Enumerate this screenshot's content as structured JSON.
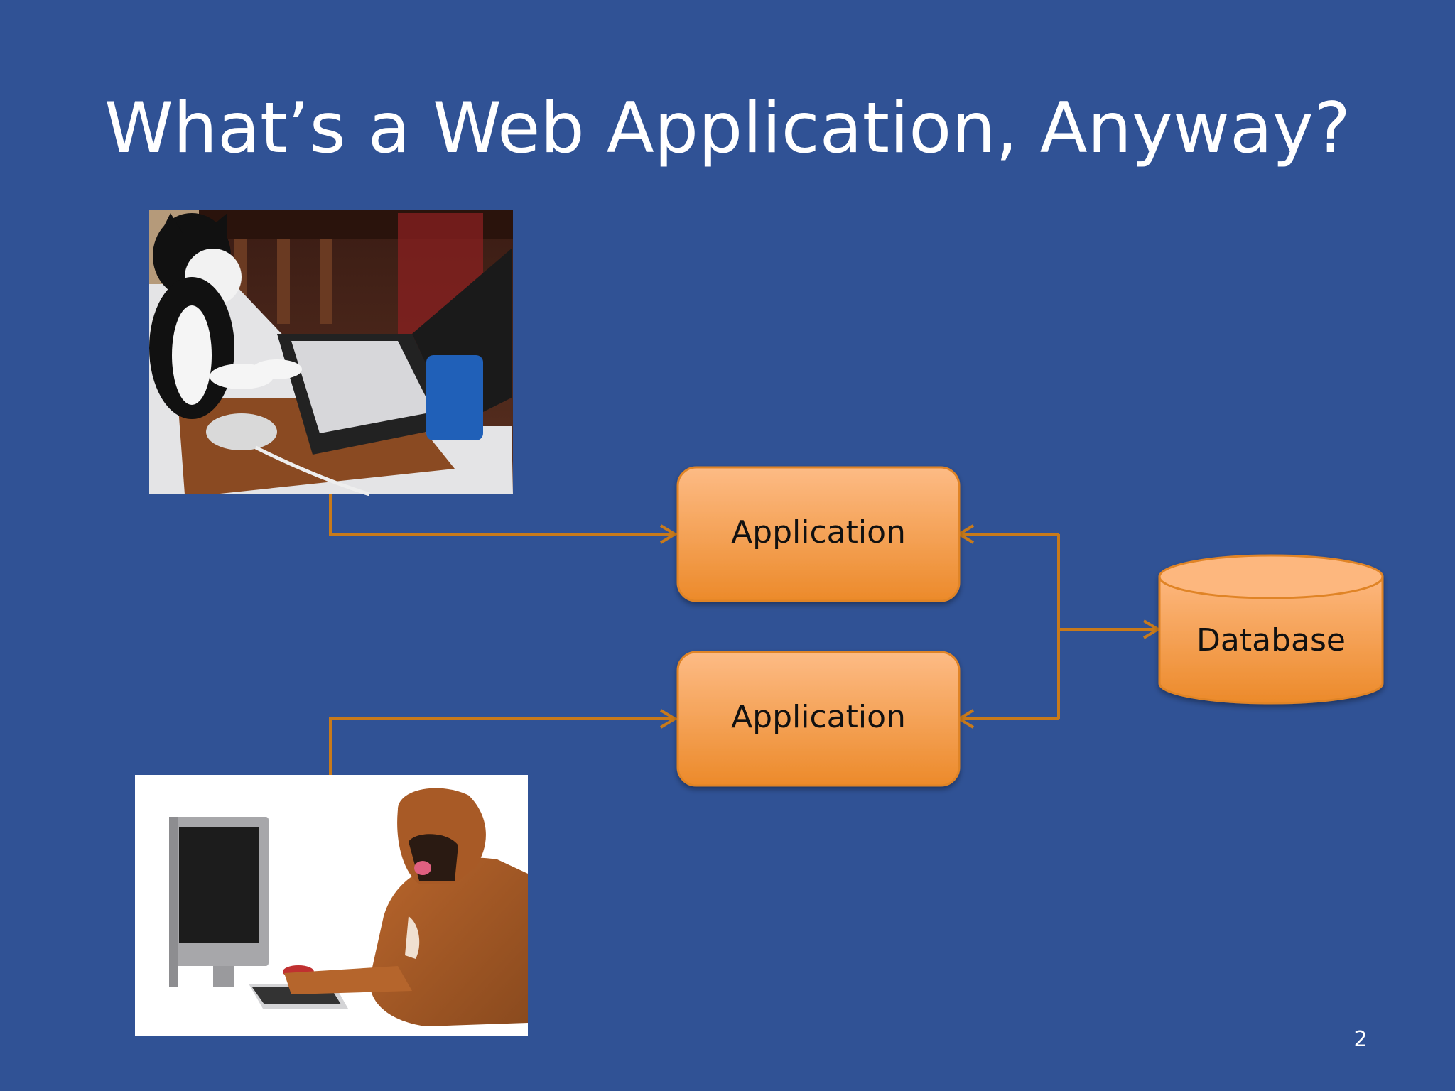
{
  "slide": {
    "title": "What’s a Web Application, Anyway?",
    "page_number": "2",
    "background_color": "#305295"
  },
  "diagram": {
    "nodes": {
      "app_top": "Application",
      "app_bottom": "Application",
      "database": "Database"
    },
    "pictures": {
      "cat": "cat-at-laptop-photo",
      "dog": "dog-at-computer-photo"
    },
    "colors": {
      "box_top": "#fdbb85",
      "box_bottom": "#ec8a2a",
      "connector": "#c87a1a"
    }
  }
}
